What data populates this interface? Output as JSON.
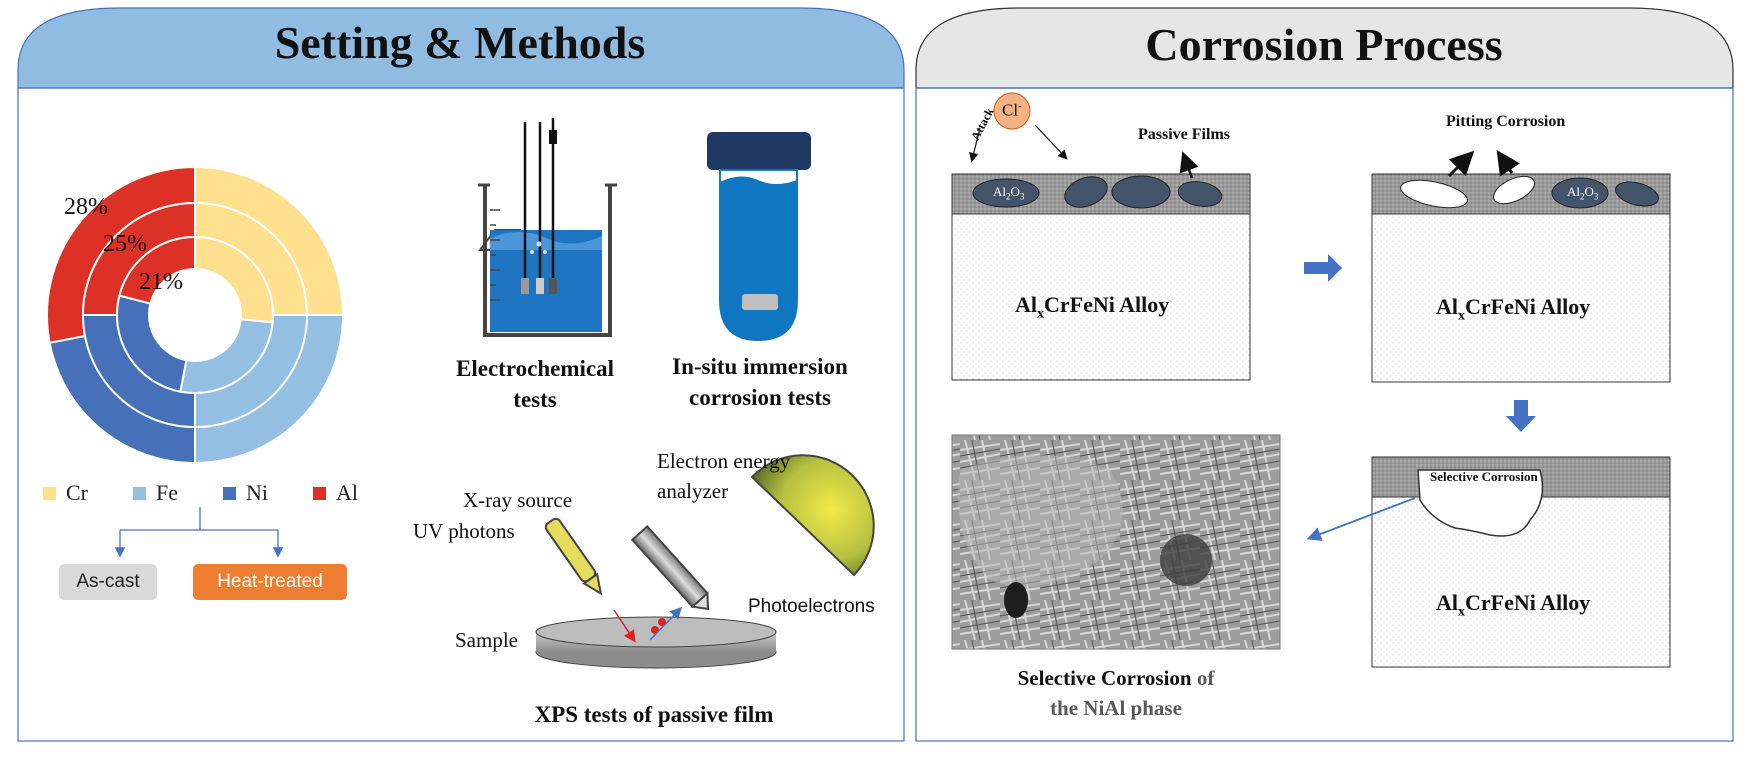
{
  "panels": {
    "left_title": "Setting & Methods",
    "right_title": "Corrosion Process"
  },
  "colors": {
    "header_blue": "#8FBCE0",
    "header_gray": "#E6E6E6",
    "cr": "#FFE08F",
    "fe": "#94BFE2",
    "ni": "#4670B7",
    "al": "#DD3127",
    "heat_treated": "#ED7D31",
    "as_cast": "#D9D9D9",
    "liquid": "#1E74C0",
    "arrow_blue": "#4472C4"
  },
  "chart_data": {
    "type": "donut",
    "rings": [
      {
        "name": "outer",
        "values": {
          "Cr": 25,
          "Fe": 25,
          "Ni": 22,
          "Al": 28
        },
        "label": "28%"
      },
      {
        "name": "middle",
        "values": {
          "Cr": 25,
          "Fe": 25,
          "Ni": 25,
          "Al": 25
        },
        "label": "25%"
      },
      {
        "name": "inner",
        "values": {
          "Cr": 26.5,
          "Fe": 26.5,
          "Ni": 26,
          "Al": 21
        },
        "label": "21%"
      }
    ],
    "legend": [
      "Cr",
      "Fe",
      "Ni",
      "Al"
    ]
  },
  "legend": {
    "cr": "Cr",
    "fe": "Fe",
    "ni": "Ni",
    "al": "Al"
  },
  "states": {
    "as_cast": "As-cast",
    "heat_treated": "Heat-treated"
  },
  "methods": {
    "electrochem_line1": "Electrochemical",
    "electrochem_line2": "tests",
    "insitu_line1": "In-situ immersion",
    "insitu_line2": "corrosion tests",
    "xray_source": "X-ray source",
    "uv_photons": "UV photons",
    "electron_line1": "Electron energy",
    "electron_line2": "analyzer",
    "photoelectrons": "Photoelectrons",
    "sample": "Sample",
    "xps_title": "XPS tests of passive film"
  },
  "process": {
    "cl_ion": "Cl",
    "cl_charge": "-",
    "attack": "Attack",
    "passive_films": "Passive Films",
    "pitting": "Pitting Corrosion",
    "selective": "Selective Corrosion",
    "oxide_al": "Al",
    "oxide_sub1": "2",
    "oxide_o": "O",
    "oxide_sub2": "3",
    "alloy_al": "Al",
    "alloy_x": "x",
    "alloy_rest": "CrFeNi Alloy",
    "caption_line1_a": "Selective Corrosion",
    "caption_line1_b": " of",
    "caption_line2": "the NiAl phase"
  }
}
